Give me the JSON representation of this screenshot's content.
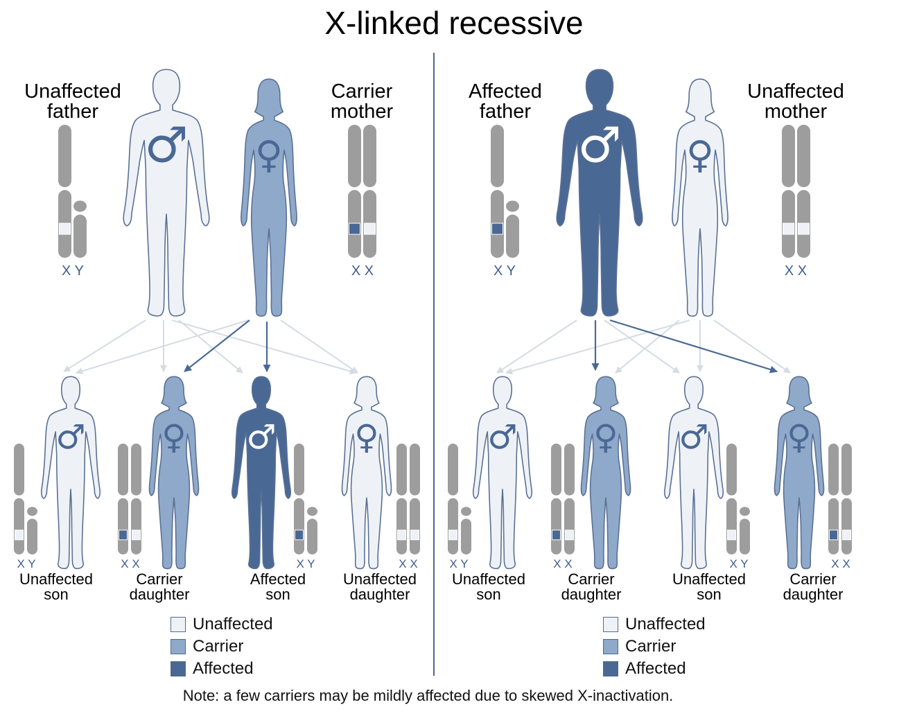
{
  "title": "X-linked recessive",
  "colors": {
    "unaffected": "#eef2f7",
    "carrier": "#8fa9cb",
    "affected": "#4a6894",
    "outline": "#5a7093",
    "chromosome": "#9d9d9d",
    "arrow_light": "#d5dbe3",
    "arrow_dark": "#4a6894"
  },
  "panels": [
    {
      "parents": {
        "father": {
          "label": [
            "Unaffected",
            "father"
          ],
          "status": "unaffected",
          "sex": "male",
          "chromosomes": [
            "X",
            "Y"
          ]
        },
        "mother": {
          "label": [
            "Carrier",
            "mother"
          ],
          "status": "carrier",
          "sex": "female",
          "chromosomes": [
            "X",
            "X"
          ]
        }
      },
      "children": [
        {
          "label": [
            "Unaffected",
            "son"
          ],
          "status": "unaffected",
          "sex": "male",
          "chromosomes": [
            "X",
            "Y"
          ]
        },
        {
          "label": [
            "Carrier",
            "daughter"
          ],
          "status": "carrier",
          "sex": "female",
          "chromosomes": [
            "X",
            "X"
          ]
        },
        {
          "label": [
            "Affected",
            "son"
          ],
          "status": "affected",
          "sex": "male",
          "chromosomes": [
            "X",
            "Y"
          ]
        },
        {
          "label": [
            "Unaffected",
            "daughter"
          ],
          "status": "unaffected",
          "sex": "female",
          "chromosomes": [
            "X",
            "X"
          ]
        }
      ]
    },
    {
      "parents": {
        "father": {
          "label": [
            "Affected",
            "father"
          ],
          "status": "affected",
          "sex": "male",
          "chromosomes": [
            "X",
            "Y"
          ]
        },
        "mother": {
          "label": [
            "Unaffected",
            "mother"
          ],
          "status": "unaffected",
          "sex": "female",
          "chromosomes": [
            "X",
            "X"
          ]
        }
      },
      "children": [
        {
          "label": [
            "Unaffected",
            "son"
          ],
          "status": "unaffected",
          "sex": "male",
          "chromosomes": [
            "X",
            "Y"
          ]
        },
        {
          "label": [
            "Carrier",
            "daughter"
          ],
          "status": "carrier",
          "sex": "female",
          "chromosomes": [
            "X",
            "X"
          ]
        },
        {
          "label": [
            "Unaffected",
            "son"
          ],
          "status": "unaffected",
          "sex": "male",
          "chromosomes": [
            "X",
            "Y"
          ]
        },
        {
          "label": [
            "Carrier",
            "daughter"
          ],
          "status": "carrier",
          "sex": "female",
          "chromosomes": [
            "X",
            "X"
          ]
        }
      ]
    }
  ],
  "legend": [
    {
      "label": "Unaffected",
      "status": "unaffected"
    },
    {
      "label": "Carrier",
      "status": "carrier"
    },
    {
      "label": "Affected",
      "status": "affected"
    }
  ],
  "note": "Note: a few carriers may be mildly affected due to skewed X-inactivation.",
  "symbols": {
    "male": "♂",
    "female": "♀"
  }
}
